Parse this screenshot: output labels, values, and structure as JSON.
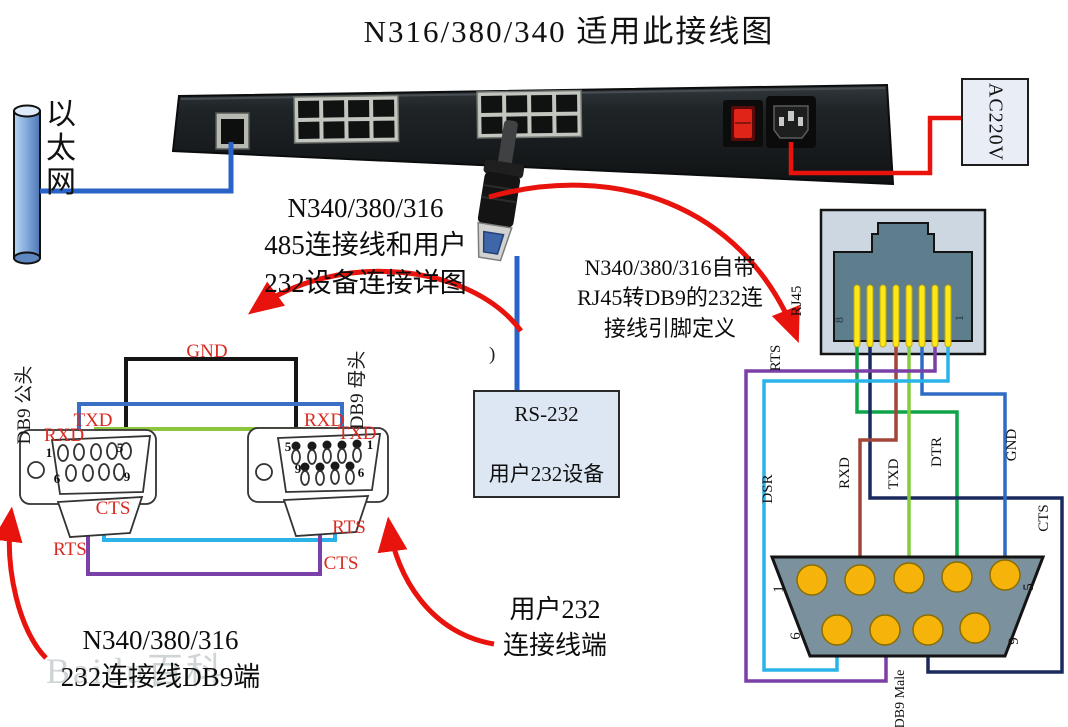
{
  "title": "N316/380/340  适用此接线图",
  "device": {
    "ethernet_label": "以太网",
    "ac220v_label": "AC220V"
  },
  "notes": {
    "n485": {
      "line1": "N340/380/316",
      "line2": "485连接线和用户",
      "line3": "232设备连接详图"
    },
    "rj45_def": {
      "line1": "N340/380/316自带",
      "line2": "RJ45转DB9的232连",
      "line3": "接线引脚定义"
    },
    "db9_end": {
      "line1": "N340/380/316",
      "line2": "232连接线DB9端"
    },
    "user_end": {
      "line1": "用户232",
      "line2": "连接线端"
    },
    "paren": ")"
  },
  "rs232_box": {
    "protocol": "RS-232",
    "device": "用户232设备"
  },
  "left_diagram": {
    "male_title": "DB9 公头",
    "female_title": "DB9 母头",
    "gnd": "GND",
    "male": {
      "rxd": "RXD",
      "txd": "TXD",
      "cts": "CTS",
      "rts": "RTS",
      "pin1": "1",
      "pin5": "5",
      "pin6": "6",
      "pin9": "9"
    },
    "female": {
      "rxd": "RXD",
      "txd": "TXD",
      "rts": "RTS",
      "cts": "CTS",
      "pin5": "5",
      "pin1": "1",
      "pin9": "9",
      "pin6": "6"
    }
  },
  "right_diagram": {
    "rj45_label": "RJ45",
    "jack": {
      "pin8": "8",
      "pin1": "1"
    },
    "signals": {
      "rts": "RTS",
      "dsr": "DSR",
      "rxd": "RXD",
      "txd": "TXD",
      "dtr": "DTR",
      "gnd": "GND",
      "cts": "CTS"
    },
    "db9": {
      "label": "DB9 Male",
      "pin1": "1",
      "pin5": "5",
      "pin6": "6",
      "pin9": "9"
    }
  },
  "watermark": "Baidu百科",
  "colors": {
    "arrow_red": "#e8130c",
    "label_red": "#d92b21",
    "wire_blue": "#2a63c8",
    "wire_black": "#151515",
    "wire_green_light": "#8cc63f",
    "wire_cyan": "#2ab3e8",
    "wire_purple": "#7b3fa8",
    "wire_navy": "#1b2a5e",
    "wire_green_dark": "#0fa44a",
    "wire_brown": "#a2453a",
    "wire_mid_blue": "#2f6bc4",
    "pin_gold": "#f6b40a",
    "jack_pin_yellow": "#ffe818"
  }
}
